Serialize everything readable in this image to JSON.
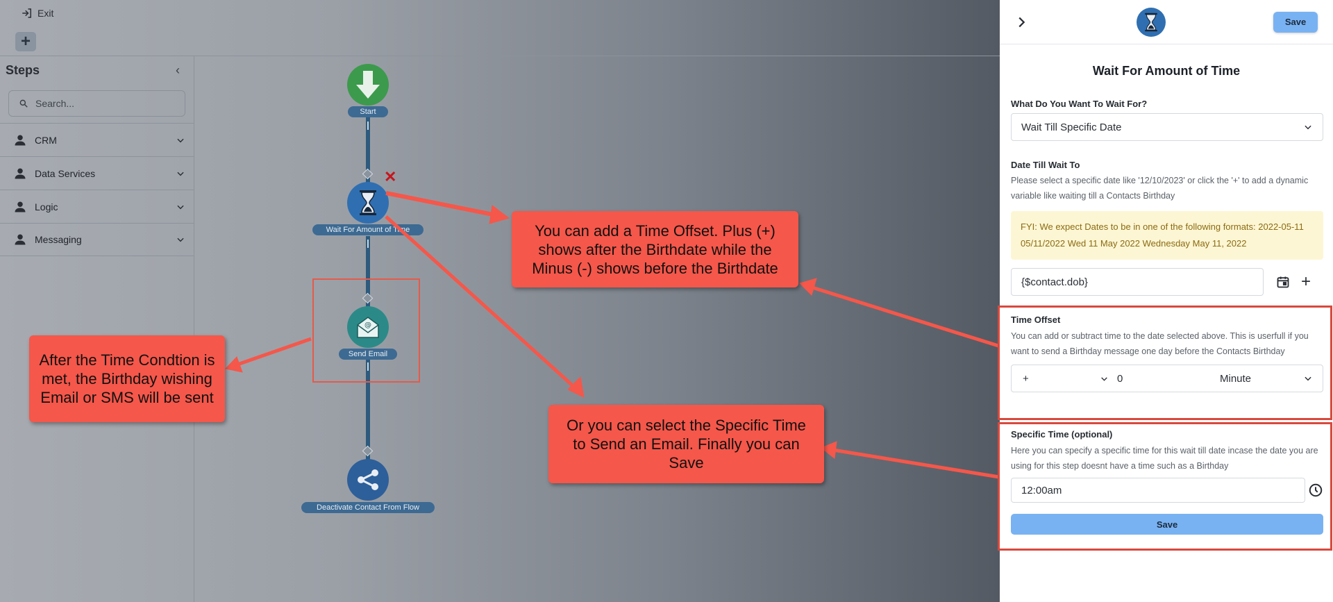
{
  "topbar": {
    "exit_label": "Exit"
  },
  "steps": {
    "title": "Steps",
    "search_placeholder": "Search...",
    "categories": [
      {
        "label": "CRM"
      },
      {
        "label": "Data Services"
      },
      {
        "label": "Logic"
      },
      {
        "label": "Messaging"
      }
    ]
  },
  "flow": {
    "nodes": [
      {
        "label": "Start",
        "icon": "arrow-down-icon"
      },
      {
        "label": "Wait For Amount of Time",
        "icon": "hourglass-icon"
      },
      {
        "label": "Send Email",
        "icon": "email-icon"
      },
      {
        "label": "Deactivate Contact From Flow",
        "icon": "share-icon"
      }
    ]
  },
  "callouts": {
    "time_offset": "You can add a Time Offset. Plus (+) shows after the Birthdate while the Minus (-) shows before the Birthdate",
    "send_email": "After the Time Condtion is met, the Birthday wishing Email or SMS will be sent",
    "specific_time": "Or you can select the Specific Time to Send an Email. Finally you can Save"
  },
  "panel": {
    "save_top": "Save",
    "title": "Wait For Amount of Time",
    "wait_for_label": "What Do You Want To Wait For?",
    "wait_for_value": "Wait Till Specific Date",
    "date_label": "Date Till Wait To",
    "date_help": "Please select a specific date like '12/10/2023' or click the '+' to add a dynamic variable like waiting till a Contacts Birthday",
    "fyi": "FYI: We expect Dates to be in one of the following formats: 2022-05-11 05/11/2022 Wed 11 May 2022 Wednesday May 11, 2022",
    "date_value": "{$contact.dob}",
    "offset_label": "Time Offset",
    "offset_help": "You can add or subtract time to the date selected above. This is userfull if you want to send a Birthday message one day before the Contacts Birthday",
    "offset_sign": "+",
    "offset_amount": "0",
    "offset_unit": "Minute",
    "specific_label": "Specific Time (optional)",
    "specific_help": "Here you can specify a specific time for this wait till date incase the date you are using for this step doesnt have a time such as a Birthday",
    "specific_value": "12:00am",
    "save_bottom": "Save"
  },
  "colors": {
    "accent_blue": "#79b2f2",
    "callout_red": "#f5574a",
    "node_blue": "#2f6fb1",
    "node_green": "#3c9a4c"
  }
}
